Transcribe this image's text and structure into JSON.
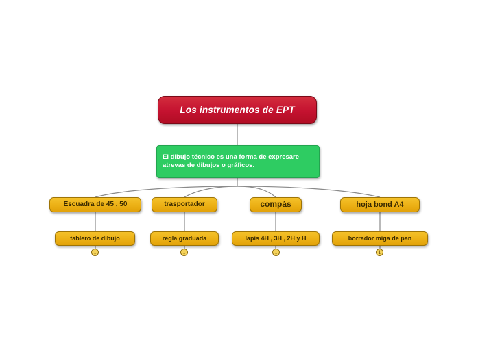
{
  "diagram": {
    "type": "mind-map",
    "root": {
      "label": "Los instrumentos de EPT",
      "color": "#c41230",
      "text_color": "#ffffff"
    },
    "description": {
      "label": "El dibujo técnico es una forma de expresare atrevas de dibujos o gráficos.",
      "color": "#2ecc62",
      "text_color": "#ffffff"
    },
    "branches": [
      {
        "label": "Escuadra de 45 , 50",
        "color": "#edb217",
        "child": {
          "label": "tablero de dibujo",
          "collapse_icon": "1"
        }
      },
      {
        "label": "trasportador",
        "color": "#edb217",
        "child": {
          "label": "regla graduada",
          "collapse_icon": "1"
        }
      },
      {
        "label": "compás",
        "color": "#edb217",
        "child": {
          "label": "lapis 4H , 3H , 2H y H",
          "collapse_icon": "1"
        }
      },
      {
        "label": "hoja bond A4",
        "color": "#edb217",
        "child": {
          "label": "borrador miga de pan",
          "collapse_icon": "1"
        }
      }
    ]
  }
}
